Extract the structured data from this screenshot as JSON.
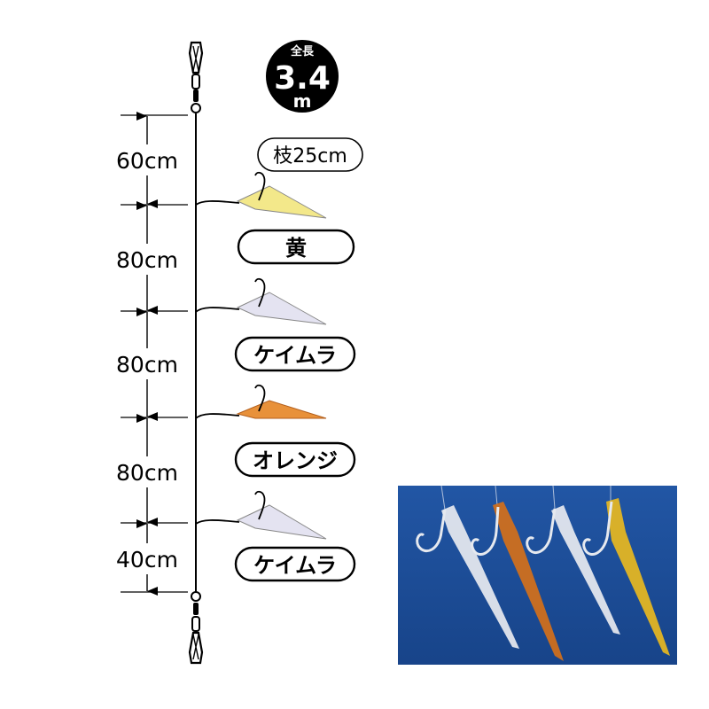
{
  "total_length": {
    "prefix": "全長",
    "value": "3.4",
    "unit": "m"
  },
  "branch_length": "枝25cm",
  "segments": [
    {
      "label": "60cm"
    },
    {
      "label": "80cm"
    },
    {
      "label": "80cm"
    },
    {
      "label": "80cm"
    },
    {
      "label": "40cm"
    }
  ],
  "lures": [
    {
      "color_name": "黄",
      "fill": "#f3e88a"
    },
    {
      "color_name": "ケイムラ",
      "fill": "#e4e3f1"
    },
    {
      "color_name": "オレンジ",
      "fill": "#e8913a"
    },
    {
      "color_name": "ケイムラ",
      "fill": "#e4e3f1"
    }
  ],
  "photo": {
    "background": "#1d4f9a",
    "lure_colors": [
      "#e8eaf0",
      "#d4701a",
      "#e8eaf0",
      "#e8b820"
    ]
  }
}
